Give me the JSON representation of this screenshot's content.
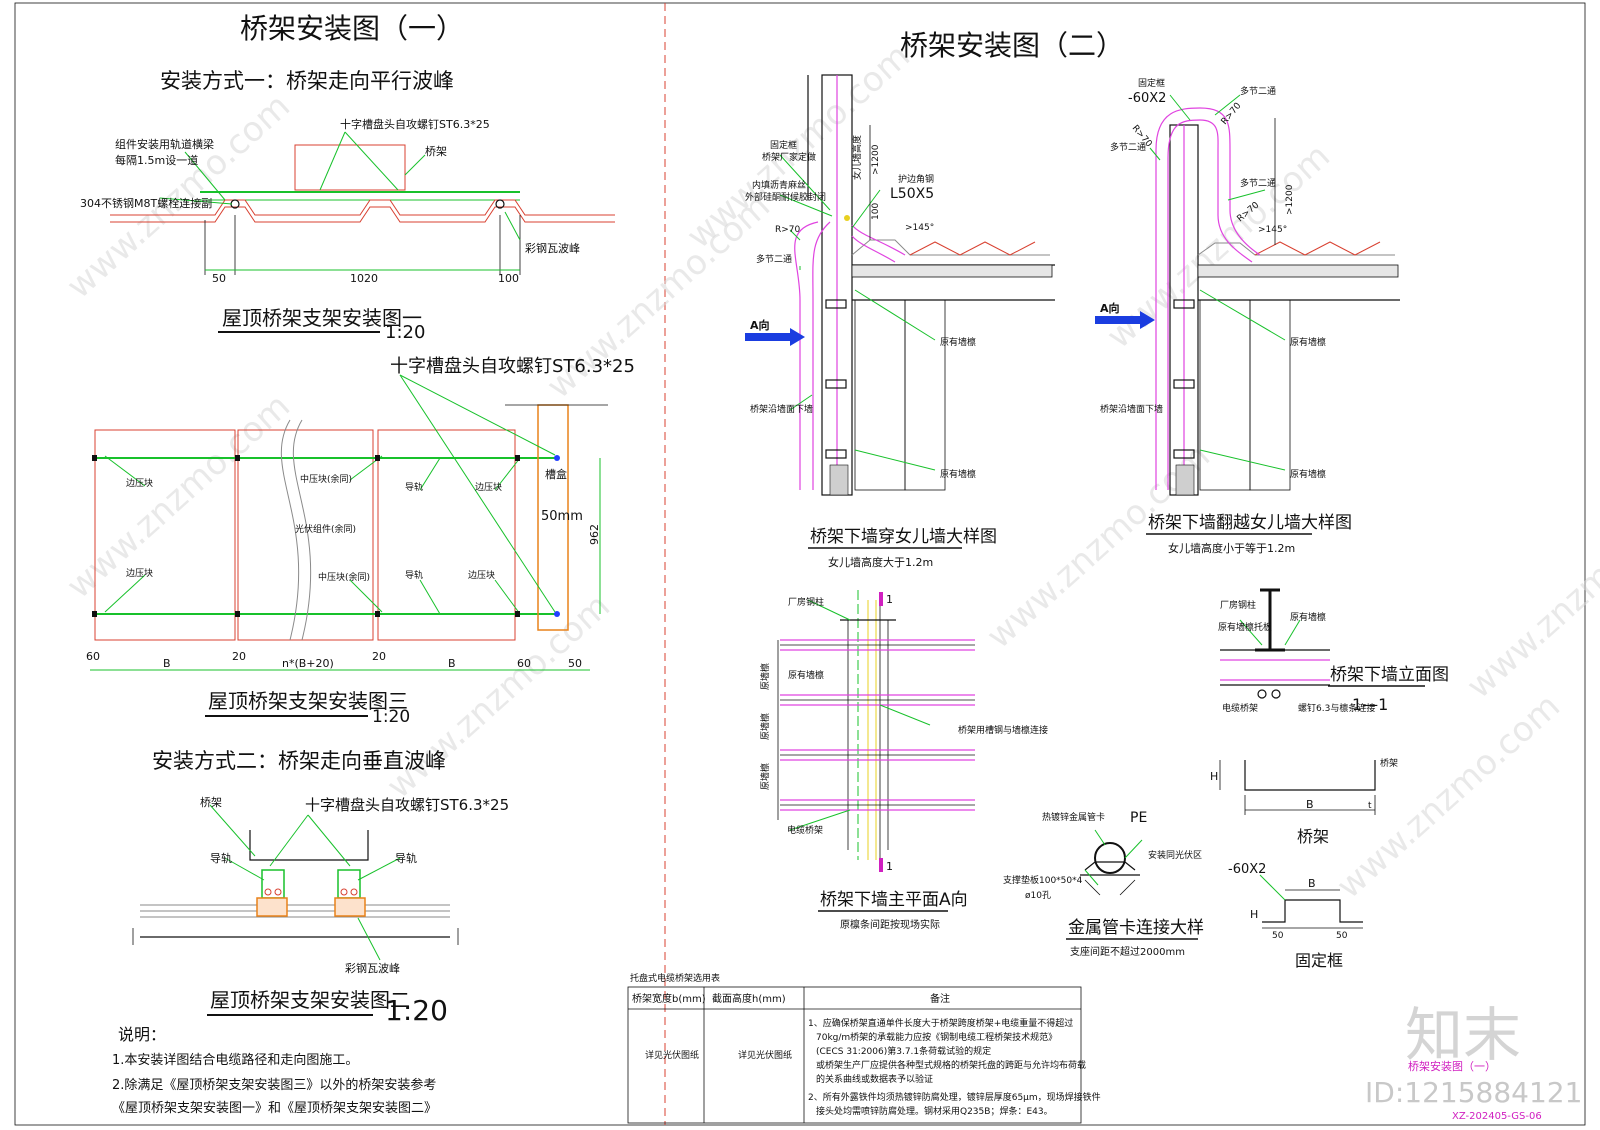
{
  "left": {
    "title": "桥架安装图（一）",
    "method1": "安装方式一：桥架走向平行波峰",
    "fig1": {
      "note_beam_1": "组件安装用轨道横梁",
      "note_beam_2": "每隔1.5m设一道",
      "note_screw": "十字槽盘头自攻螺钉ST6.3*25",
      "note_tray": "桥架",
      "note_bolt": "304不锈钢M8T螺栓连接副",
      "note_roof": "彩钢瓦波峰",
      "dim_a": "50",
      "dim_b": "1020",
      "dim_c": "100",
      "caption": "屋顶桥架支架安装图一",
      "scale": "1:20"
    },
    "fig3": {
      "note_screw": "十字槽盘头自攻螺钉ST6.3*25",
      "edge_block_1": "边压块",
      "edge_block_2": "边压块",
      "mid_block_1": "中压块(余同)",
      "mid_block_2": "中压块(余同)",
      "pv_module": "光伏组件(余同)",
      "rail_1": "导轨",
      "rail_2": "导轨",
      "edge_block_3": "边压块",
      "edge_block_4": "边压块",
      "trough": "槽盒",
      "trough_w": "50mm",
      "dim_h": "962",
      "dim_60a": "60",
      "dim_b1": "B",
      "dim_20a": "20",
      "dim_n": "n*(B+20)",
      "dim_20b": "20",
      "dim_b2": "B",
      "dim_60b": "60",
      "dim_50": "50",
      "caption": "屋顶桥架支架安装图三",
      "scale": "1:20"
    },
    "method2": "安装方式二：桥架走向垂直波峰",
    "fig2": {
      "note_tray": "桥架",
      "note_screw": "十字槽盘头自攻螺钉ST6.3*25",
      "rail_1": "导轨",
      "rail_2": "导轨",
      "note_roof": "彩钢瓦波峰",
      "caption": "屋顶桥架支架安装图二",
      "scale": "1:20"
    },
    "notes": {
      "head": "说明：",
      "n1": "1.本安装详图结合电缆路径和走向图施工。",
      "n2": "2.除满足《屋顶桥架支架安装图三》以外的桥架安装参考",
      "n3": "《屋顶桥架支架安装图一》和《屋顶桥架支架安装图二》"
    }
  },
  "right": {
    "title": "桥架安装图（二）",
    "detailA": {
      "fix_frame": "固定框",
      "fix_frame_2": "桥架厂家定做",
      "seal_1": "内填沥青麻丝",
      "seal_2": "外部硅酮耐候胶封闭",
      "r70": "R>70",
      "multi": "多节二通",
      "arrow": "A向",
      "wall_down": "桥架沿墙面下墙",
      "angle_1": "护边角钢",
      "angle_2": "L50X5",
      "parapet": "女儿墙高度",
      "h1200": ">1200",
      "h100": "100",
      "ang145": ">145°",
      "orig_wall_1": "原有墙檩",
      "orig_wall_2": "原有墙檩",
      "caption": "桥架下墙穿女儿墙大样图",
      "sub": "女儿墙高度大于1.2m"
    },
    "detailB": {
      "fix_frame": "固定框",
      "plate": "-60X2",
      "r70a": "R>70",
      "r70b": "R>70",
      "multi_1": "多节二通",
      "multi_2": "多节二通",
      "multi_3": "多节二通",
      "r70c": "R>70",
      "ang145": ">145°",
      "h1200": ">1200",
      "arrow": "A向",
      "wall_down": "桥架沿墙面下墙",
      "orig_wall_1": "原有墙檩",
      "orig_wall_2": "原有墙檩",
      "caption": "桥架下墙翻越女儿墙大样图",
      "sub": "女儿墙高度小于等于1.2m"
    },
    "plan": {
      "col": "厂房钢柱",
      "wall_purlin": "原有墙檩",
      "purlin_1": "原墙檩",
      "purlin_2": "原墙檩",
      "purlin_3": "原墙檩",
      "connect": "桥架用槽钢与墙檩连接",
      "cable": "电缆桥架",
      "sec_1": "1",
      "sec_2": "1",
      "caption": "桥架下墙主平面A向",
      "sub": "原檩条间距按现场实际"
    },
    "elev": {
      "col": "厂房钢柱",
      "beam": "原有墙檩托板",
      "purlin": "原有墙檩",
      "cable": "电缆桥架",
      "screw": "螺钉6.3与檩条连接",
      "caption": "桥架下墙立面图",
      "sec": "1—1"
    },
    "clamp": {
      "card": "热镀锌金属管卡",
      "pe": "PE",
      "pv": "安装同光伏区",
      "pad_1": "支撑垫板100*50*4",
      "pad_2": "ø10孔",
      "caption": "金属管卡连接大样",
      "sub": "支座间距不超过2000mm"
    },
    "tray": {
      "label": "桥架",
      "h": "H",
      "b": "B",
      "t": "t",
      "caption": "桥架"
    },
    "frame": {
      "plate": "-60X2",
      "b": "B",
      "h": "H",
      "d1": "50",
      "d2": "50",
      "caption": "固定框"
    },
    "table": {
      "title": "托盘式电缆桥架选用表",
      "h1": "桥架宽度b(mm)",
      "h2": "截面高度h(mm)",
      "h3": "备注",
      "c1": "详见光伏图纸",
      "c2": "详见光伏图纸",
      "r1": "1、应确保桥架直通单件长度大于桥架跨度桥架+电缆重量不得超过",
      "r2": "70kg/m桥架的承载能力应按《钢制电缆工程桥架技术规范》",
      "r3": "(CECS 31:2006)第3.7.1条荷载试验的规定",
      "r4": "或桥架生产厂应提供各种型式规格的桥架托盘的跨距与允许均布荷载",
      "r5": "的关系曲线或数据表予以验证",
      "r6": "2、所有外露铁件均须热镀锌防腐处理，镀锌层厚度65μm，现场焊接铁件",
      "r7": "接头处均需喷锌防腐处理。钢材采用Q235B；焊条：E43。"
    }
  },
  "stamp": {
    "brand": "知末",
    "id": "ID:1215884121",
    "sheet": "桥架安装图（一）",
    "code": "XZ-202405-GS-06"
  },
  "watermark": "www.znzmo.com"
}
